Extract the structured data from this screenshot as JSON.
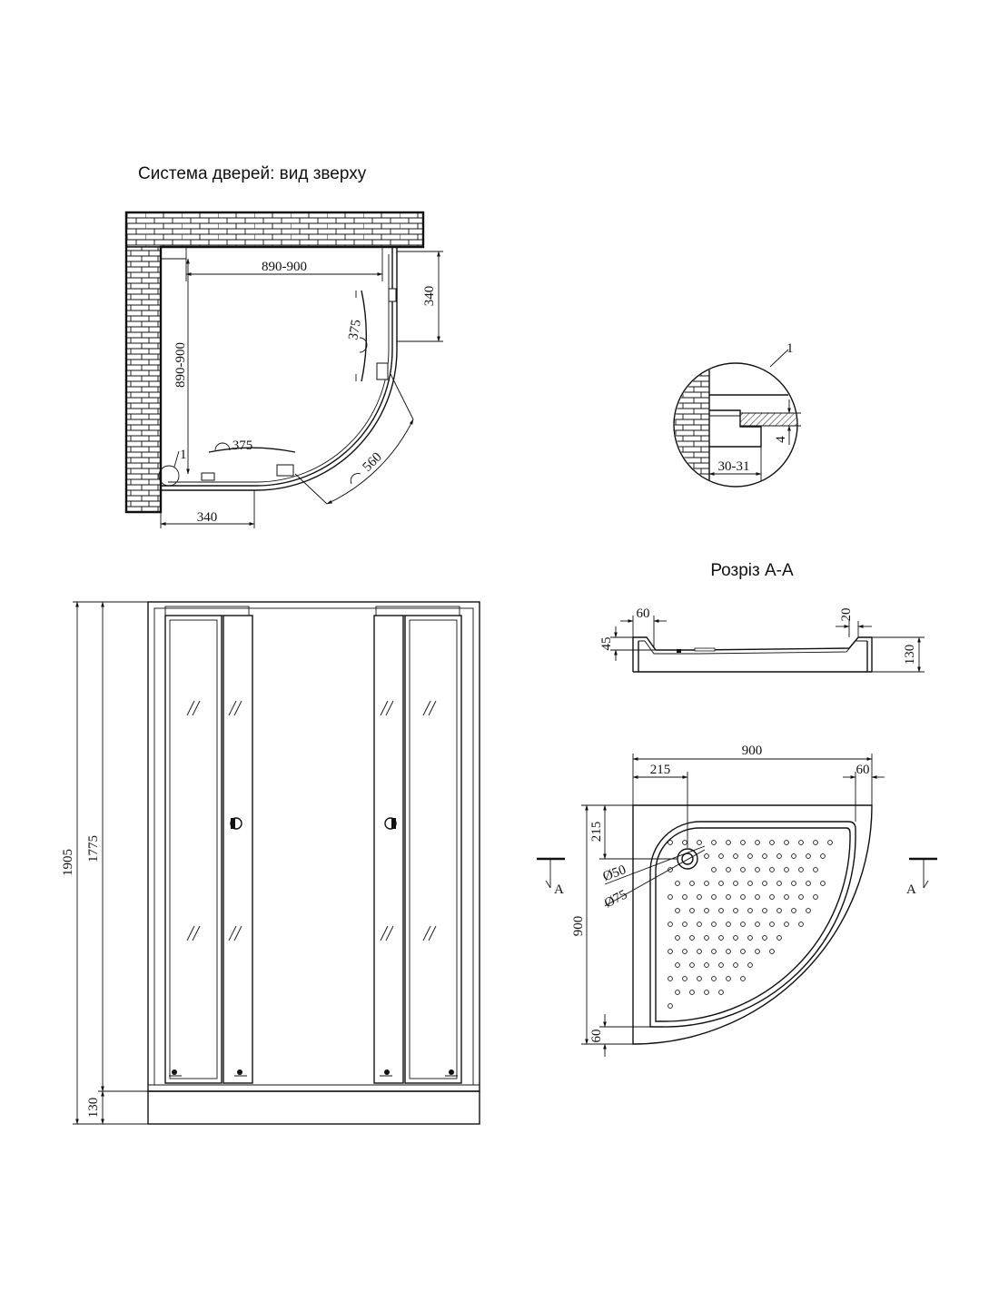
{
  "top_view": {
    "title": "Система дверей: вид зверху",
    "dim_width": "890-900",
    "dim_depth": "890-900",
    "dim_fixed_right": "340",
    "dim_fixed_bottom": "340",
    "dim_arc_right": "375",
    "dim_arc_bottom": "375",
    "dim_opening": "560",
    "detail_marker": "1"
  },
  "detail": {
    "marker": "1",
    "dim_height": "4",
    "dim_width": "30-31"
  },
  "section": {
    "title": "Розріз А-А",
    "dim_rim": "60",
    "dim_step": "20",
    "dim_depth": "45",
    "dim_height": "130"
  },
  "front_view": {
    "dim_total": "1905",
    "dim_doors": "1775",
    "dim_tray": "130"
  },
  "tray_plan": {
    "dim_width": "900",
    "dim_depth": "900",
    "dim_drain_x": "215",
    "dim_drain_y": "215",
    "dim_rim_right": "60",
    "dim_rim_bottom": "60",
    "dim_drain_inner": "Ø50",
    "dim_drain_outer": "Ø75",
    "section_label_left": "A",
    "section_label_right": "A"
  }
}
